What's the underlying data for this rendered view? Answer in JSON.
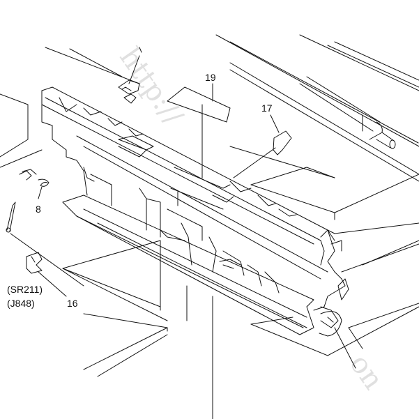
{
  "callouts": {
    "part_19": "19",
    "part_17": "17",
    "part_8": "8",
    "part_16": "16"
  },
  "connectors": {
    "sr211": "(SR211)",
    "j848": "(J848)"
  },
  "watermark": {
    "text_top": "http://",
    "text_bottom": "on"
  },
  "colors": {
    "line": "#111111",
    "background": "#ffffff"
  }
}
